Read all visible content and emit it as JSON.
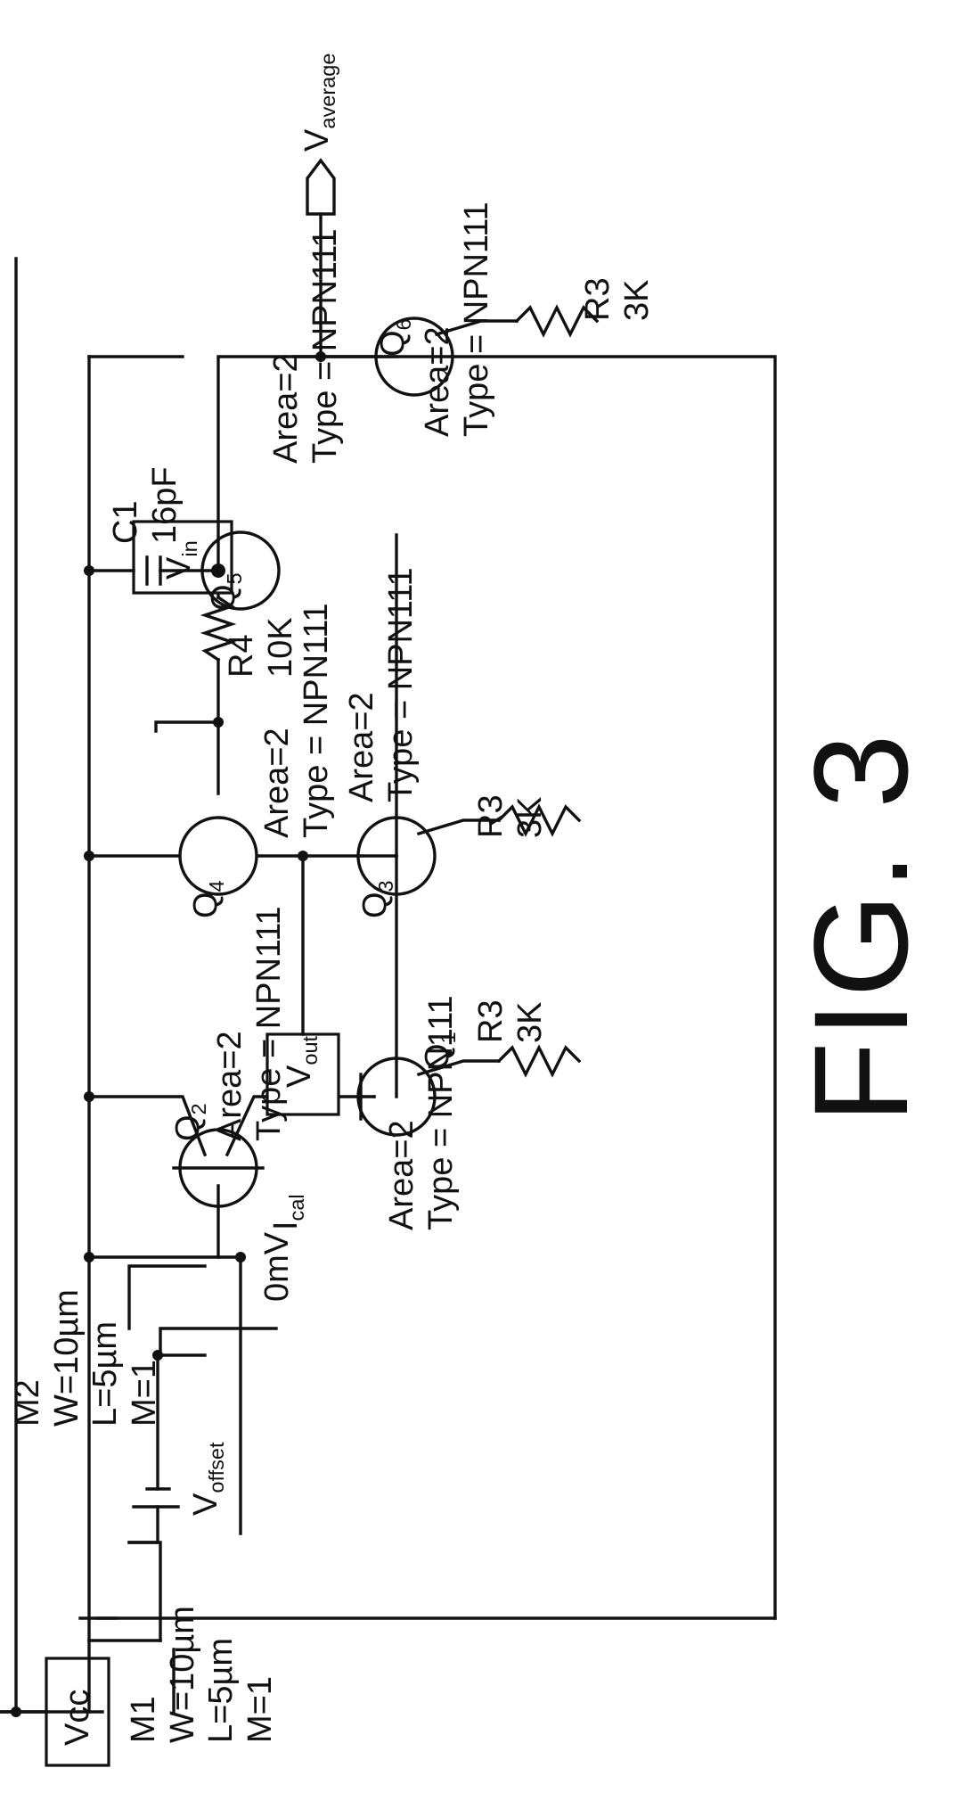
{
  "figure": {
    "caption": "FIG. 3"
  },
  "supply": {
    "label": "Vcc"
  },
  "transistors": [
    {
      "id": "Q1",
      "name": "Q",
      "sub": "1",
      "area": "Area=2",
      "type": "Type = NPN111"
    },
    {
      "id": "Q2",
      "name": "Q",
      "sub": "2",
      "area": "Area=2",
      "type": "Type = NPN111"
    },
    {
      "id": "Q3",
      "name": "Q",
      "sub": "3",
      "area": "Area=2",
      "type": "Type = NPN111"
    },
    {
      "id": "Q4",
      "name": "Q",
      "sub": "4",
      "area": "Area=2",
      "type": "Type = NPN111"
    },
    {
      "id": "Q5",
      "name": "Q",
      "sub": "5",
      "area": "Area=2",
      "type": "Type = NPN111"
    },
    {
      "id": "Q6",
      "name": "Q",
      "sub": "6",
      "area": "Area=2",
      "type": "Type = NPN111"
    }
  ],
  "mosfets": [
    {
      "id": "M1",
      "name": "M1",
      "w": "W=10µm",
      "l": "L=5µm",
      "m": "M=1"
    },
    {
      "id": "M2",
      "name": "M2",
      "w": "W=10µm",
      "l": "L=5µm",
      "m": "M=1"
    }
  ],
  "resistors": [
    {
      "id": "R3a",
      "name": "R3",
      "value": "3K"
    },
    {
      "id": "R3b",
      "name": "R3",
      "value": "3K"
    },
    {
      "id": "R3c",
      "name": "R3",
      "value": "3K"
    },
    {
      "id": "R4",
      "name": "R4",
      "value": "10K"
    }
  ],
  "capacitor": {
    "name": "C1",
    "value": "16pF"
  },
  "nodes": {
    "vin": {
      "main": "V",
      "sub": "in"
    },
    "vout": {
      "main": "V",
      "sub": "out"
    },
    "vaverage": {
      "main": "V",
      "sub": "average"
    },
    "voffset": {
      "main": "V",
      "sub": "offset"
    },
    "ical": {
      "main": "I",
      "sub": "cal"
    },
    "zero": "0mV"
  }
}
